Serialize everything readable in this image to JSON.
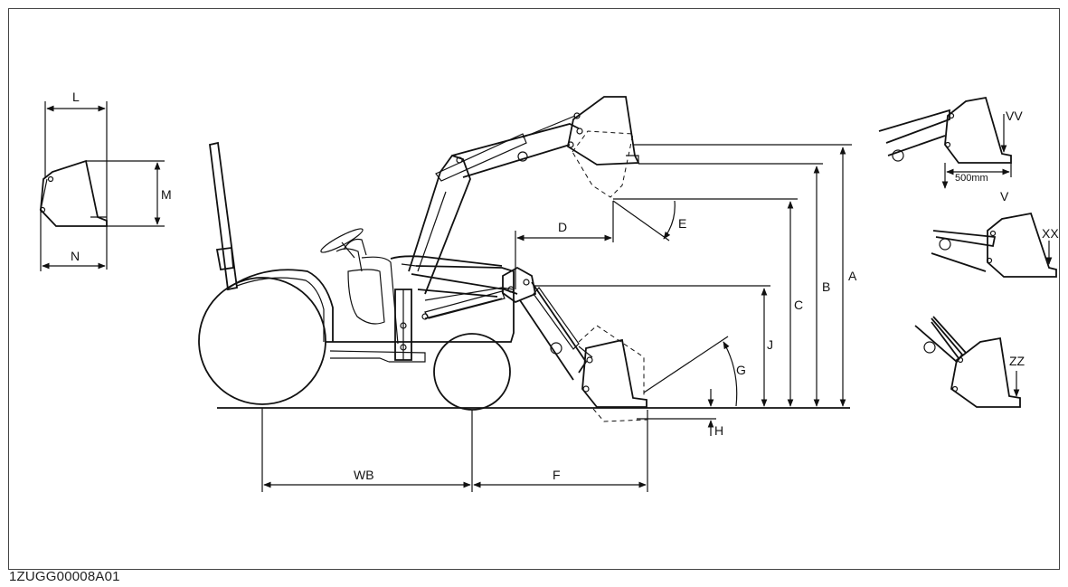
{
  "figure_id": "1ZUGG00008A01",
  "labels": {
    "L": "L",
    "M": "M",
    "N": "N",
    "A": "A",
    "B": "B",
    "C": "C",
    "D": "D",
    "E": "E",
    "F": "F",
    "G": "G",
    "H": "H",
    "J": "J",
    "WB": "WB",
    "VV": "VV",
    "V": "V",
    "XX": "XX",
    "ZZ": "ZZ",
    "dim_500": "500mm"
  }
}
